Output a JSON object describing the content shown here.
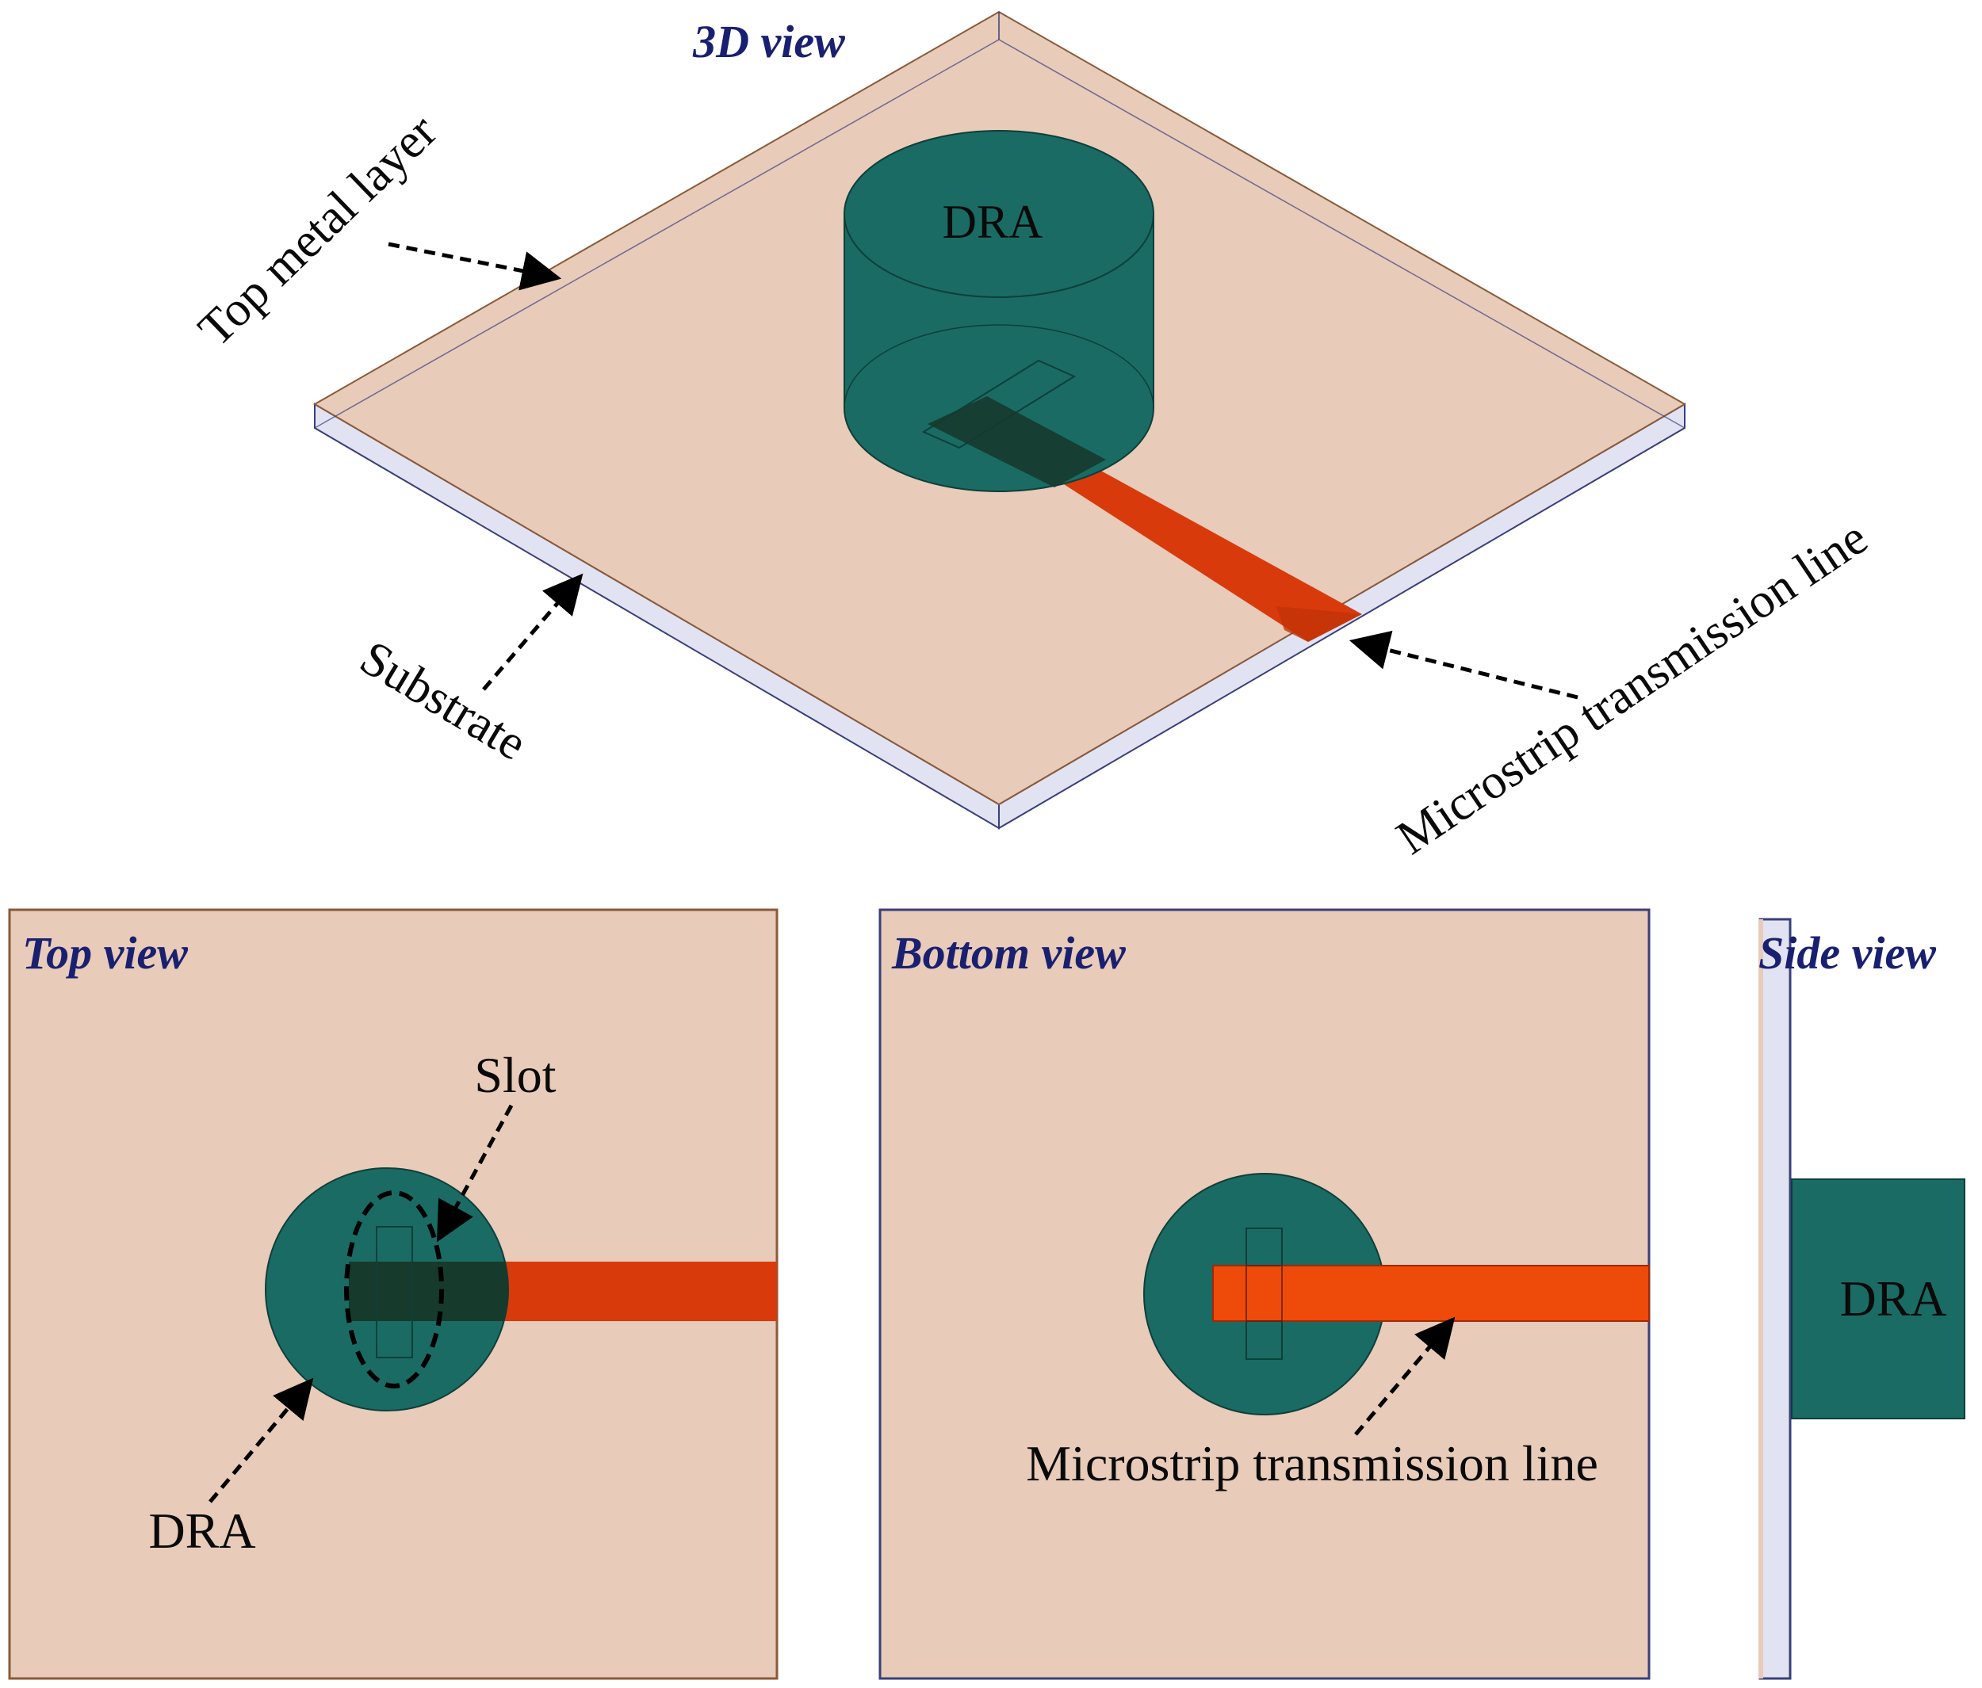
{
  "views": {
    "view3d": "3D view",
    "top": "Top view",
    "bottom": "Bottom view",
    "side": "Side view"
  },
  "labels": {
    "dra_3d": "DRA",
    "top_metal_layer": "Top metal layer",
    "substrate": "Substrate",
    "microstrip_3d": "Microstrip transmission line",
    "slot": "Slot",
    "dra_top": "DRA",
    "microstrip_bottom": "Microstrip transmission line",
    "dra_side": "DRA"
  },
  "colors": {
    "metal": "#e8cbb9",
    "dra": "#1a6b63",
    "dra_dark": "#15544e",
    "microstrip": "#d83a0c",
    "microstrip_bright": "#ee4a0a",
    "substrate_edge": "#e2e3f2",
    "outline_blue": "#3a3f7a",
    "outline_brown": "#8a5a3a",
    "title_blue": "#1a2070"
  }
}
